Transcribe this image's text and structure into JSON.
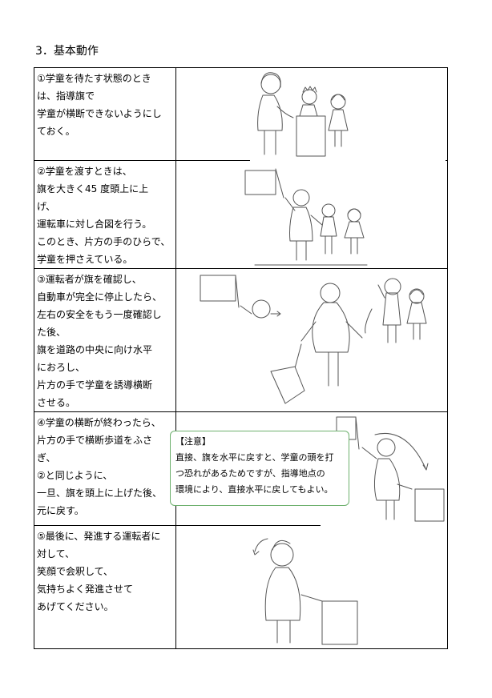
{
  "heading": "3．基本動作",
  "steps": [
    {
      "lines": [
        "①学童を待たす状態のとき",
        "は、指導旗で",
        "学童が横断できないようにし",
        "ておく。"
      ]
    },
    {
      "lines": [
        "②学童を渡すときは、",
        "旗を大きく45 度頭上に上",
        "げ、",
        "運転車に対し合図を行う。",
        "このとき、片方の手のひらで、",
        "学童を押さえている。"
      ]
    },
    {
      "lines": [
        "③運転者が旗を確認し、",
        "自動車が完全に停止したら、",
        "左右の安全をもう一度確認し",
        "た後、",
        "旗を道路の中央に向け水平",
        "におろし、",
        "片方の手で学童を誘導横断",
        "させる。"
      ]
    },
    {
      "lines": [
        "④学童の横断が終わったら、",
        "片方の手で横断歩道をふさ",
        "ぎ、",
        "②と同じように、",
        "一旦、旗を頭上に上げた後、",
        "元に戻す。"
      ]
    },
    {
      "lines": [
        "⑤最後に、発進する運転者に",
        "対して、",
        "笑顔で会釈して、",
        "気持ちよく発進させて",
        "あげてください。"
      ]
    }
  ],
  "note": {
    "title": "【注意】",
    "lines": [
      "直接、旗を水平に戻すと、学童の頭を打",
      "つ恐れがあるためですが、指導地点の",
      "環境により、直接水平に戻してもよい。"
    ]
  },
  "illustrations": [
    {
      "icon": "guard-blocking-children-illustration"
    },
    {
      "icon": "guard-raising-flag-illustration"
    },
    {
      "icon": "guard-lowering-flag-illustration"
    },
    {
      "icon": "guard-returning-flag-illustration"
    },
    {
      "icon": "guard-bowing-illustration"
    }
  ]
}
